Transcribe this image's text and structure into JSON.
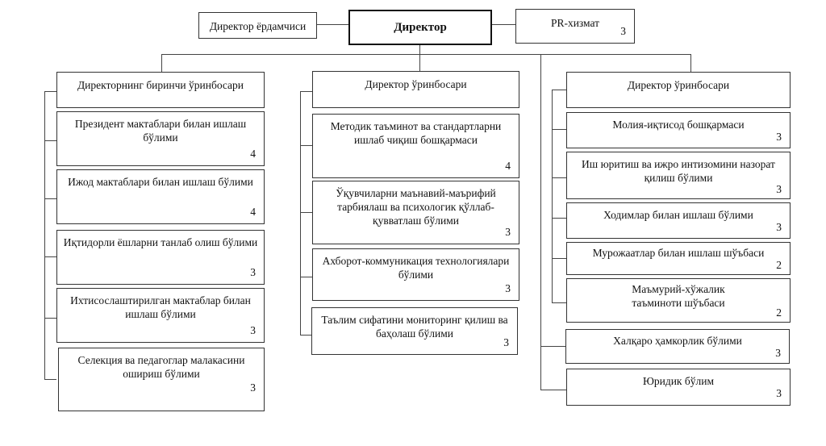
{
  "top": {
    "assistant": {
      "label": "Директор ёрдамчиси"
    },
    "director": {
      "label": "Директор"
    },
    "pr": {
      "label": "PR-хизмат",
      "count": "3"
    }
  },
  "columns": [
    {
      "head": {
        "label": "Директорнинг биринчи ўринбосари"
      },
      "units": [
        {
          "label": "Президент мактаблари билан ишлаш бўлими",
          "count": "4"
        },
        {
          "label": "Ижод мактаблари билан ишлаш бўлими",
          "count": "4"
        },
        {
          "label": "Иқтидорли ёшларни танлаб олиш бўлими",
          "count": "3"
        },
        {
          "label": "Ихтисослаштирилган мактаблар билан ишлаш бўлими",
          "count": "3"
        },
        {
          "label": "Селекция ва педагоглар малакасини ошириш бўлими",
          "count": "3"
        }
      ]
    },
    {
      "head": {
        "label": "Директор ўринбосари"
      },
      "units": [
        {
          "label": "Методик таъминот ва стандартларни ишлаб чиқиш бошқармаси",
          "count": "4"
        },
        {
          "label": "Ўқувчиларни маънавий-маърифий тарбиялаш ва психологик қўллаб-қувватлаш бўлими",
          "count": "3"
        },
        {
          "label": "Ахборот-коммуникация технологиялари бўлими",
          "count": "3"
        },
        {
          "label": "Таълим сифатини мониторинг қилиш ва баҳолаш бўлими",
          "count": "3"
        }
      ]
    },
    {
      "head": {
        "label": "Директор ўринбосари"
      },
      "units": [
        {
          "label": "Молия-иқтисод бошқармаси",
          "count": "3"
        },
        {
          "label": "Иш юритиш ва ижро интизомини назорат қилиш бўлими",
          "count": "3"
        },
        {
          "label": "Ходимлар билан ишлаш бўлими",
          "count": "3"
        },
        {
          "label": "Мурожаатлар билан ишлаш шўъбаси",
          "count": "2"
        },
        {
          "label": "Маъмурий-хўжалик таъминоти шўъбаси",
          "count": "2"
        }
      ]
    }
  ],
  "direct_units": [
    {
      "label": "Халқаро ҳамкорлик бўлими",
      "count": "3"
    },
    {
      "label": "Юридик бўлим",
      "count": "3"
    }
  ]
}
